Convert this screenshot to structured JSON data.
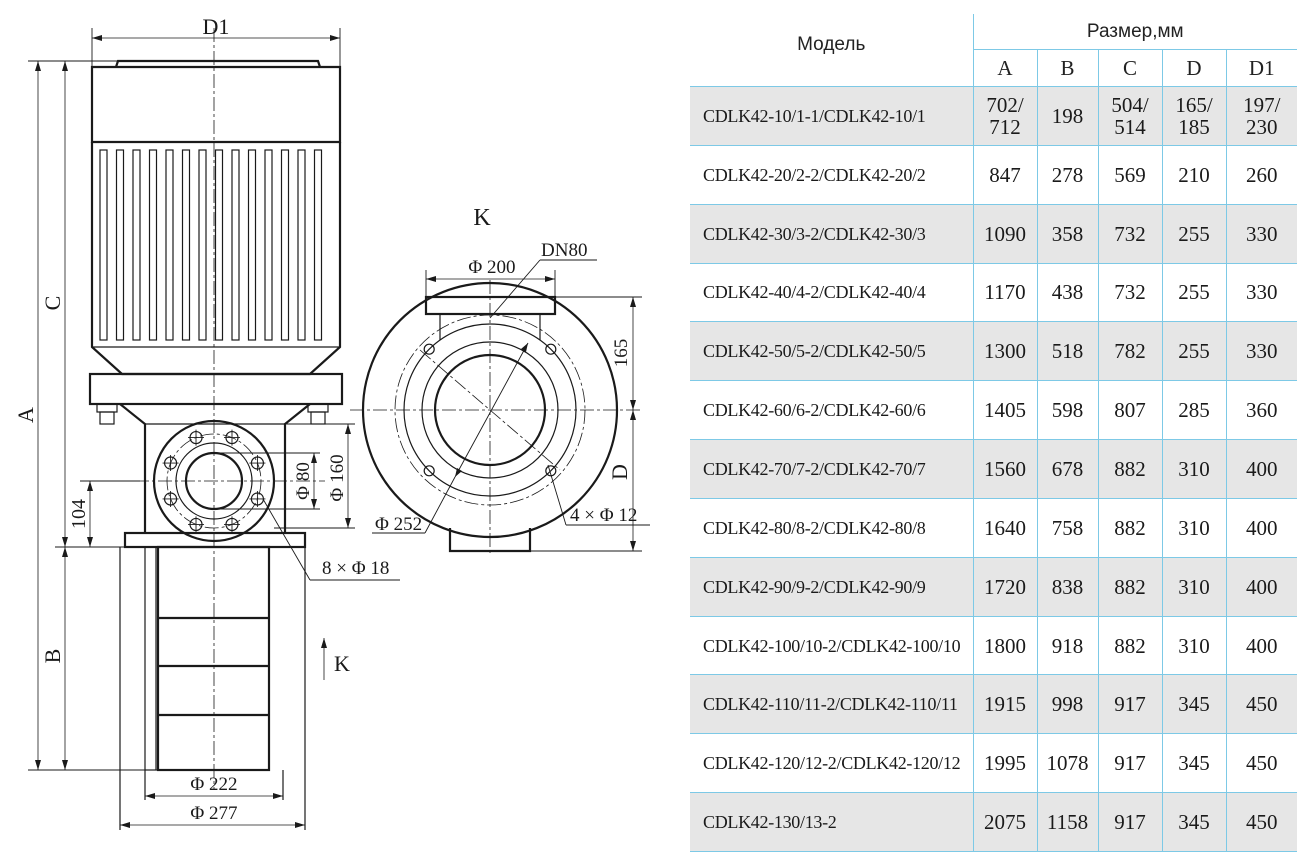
{
  "drawing": {
    "labels": {
      "d1": "D1",
      "c": "C",
      "a": "A",
      "b": "B",
      "dim_104": "104",
      "phi80": "Φ 80",
      "phi160": "Φ 160",
      "bolt_8": "8 × Φ 18",
      "phi222": "Φ 222",
      "phi277": "Φ 277",
      "k_arrow": "K",
      "k_view": "K",
      "phi200": "Φ 200",
      "dn80": "DN80",
      "dim_165": "165",
      "d": "D",
      "phi252": "Φ 252",
      "bolt_4": "4 × Φ 12"
    }
  },
  "table": {
    "model_header": "Модель",
    "size_header": "Размер,мм",
    "columns": [
      "A",
      "B",
      "C",
      "D",
      "D1"
    ],
    "rows": [
      {
        "model": "CDLK42-10/1-1/CDLK42-10/1",
        "a1": "702/",
        "a2": "712",
        "b": "198",
        "c1": "504/",
        "c2": "514",
        "d1": "165/",
        "d2": "185",
        "e1": "197/",
        "e2": "230"
      },
      {
        "model": "CDLK42-20/2-2/CDLK42-20/2",
        "a": "847",
        "b": "278",
        "c": "569",
        "d": "210",
        "e": "260"
      },
      {
        "model": "CDLK42-30/3-2/CDLK42-30/3",
        "a": "1090",
        "b": "358",
        "c": "732",
        "d": "255",
        "e": "330"
      },
      {
        "model": "CDLK42-40/4-2/CDLK42-40/4",
        "a": "1170",
        "b": "438",
        "c": "732",
        "d": "255",
        "e": "330"
      },
      {
        "model": "CDLK42-50/5-2/CDLK42-50/5",
        "a": "1300",
        "b": "518",
        "c": "782",
        "d": "255",
        "e": "330"
      },
      {
        "model": "CDLK42-60/6-2/CDLK42-60/6",
        "a": "1405",
        "b": "598",
        "c": "807",
        "d": "285",
        "e": "360"
      },
      {
        "model": "CDLK42-70/7-2/CDLK42-70/7",
        "a": "1560",
        "b": "678",
        "c": "882",
        "d": "310",
        "e": "400"
      },
      {
        "model": "CDLK42-80/8-2/CDLK42-80/8",
        "a": "1640",
        "b": "758",
        "c": "882",
        "d": "310",
        "e": "400"
      },
      {
        "model": "CDLK42-90/9-2/CDLK42-90/9",
        "a": "1720",
        "b": "838",
        "c": "882",
        "d": "310",
        "e": "400"
      },
      {
        "model": "CDLK42-100/10-2/CDLK42-100/10",
        "a": "1800",
        "b": "918",
        "c": "882",
        "d": "310",
        "e": "400"
      },
      {
        "model": "CDLK42-110/11-2/CDLK42-110/11",
        "a": "1915",
        "b": "998",
        "c": "917",
        "d": "345",
        "e": "450"
      },
      {
        "model": "CDLK42-120/12-2/CDLK42-120/12",
        "a": "1995",
        "b": "1078",
        "c": "917",
        "d": "345",
        "e": "450"
      },
      {
        "model": "CDLK42-130/13-2",
        "a": "2075",
        "b": "1158",
        "c": "917",
        "d": "345",
        "e": "450"
      }
    ]
  }
}
